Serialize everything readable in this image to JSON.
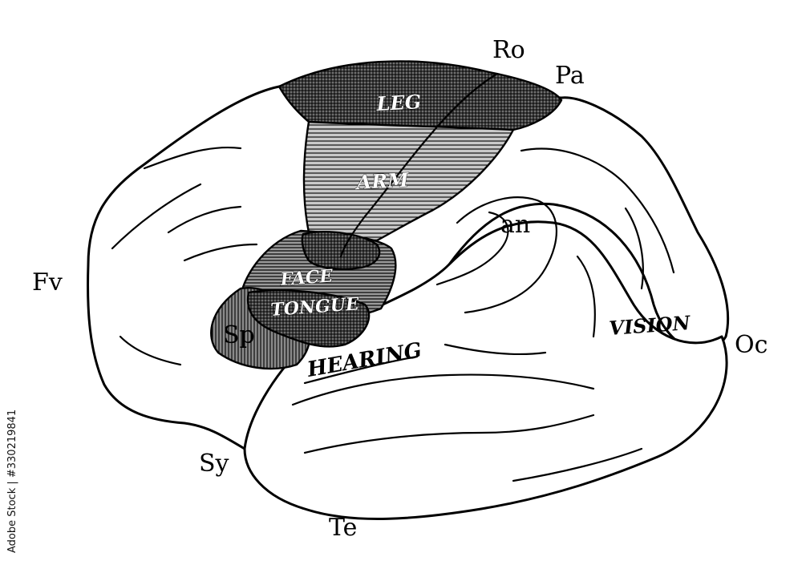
{
  "figure": {
    "brain_labels": {
      "ro": "Ro",
      "pa": "Pa",
      "fv": "Fv",
      "oc": "Oc",
      "sy": "Sy",
      "te": "Te",
      "an": "an"
    },
    "region_labels": {
      "leg": "LEG",
      "arm": "ARM",
      "face": "FACE",
      "tongue": "TONGUE",
      "sp": "Sp",
      "hearing": "HEARING",
      "vision": "VISION"
    }
  },
  "watermark": {
    "stock_id": "Adobe Stock | #330219841"
  }
}
